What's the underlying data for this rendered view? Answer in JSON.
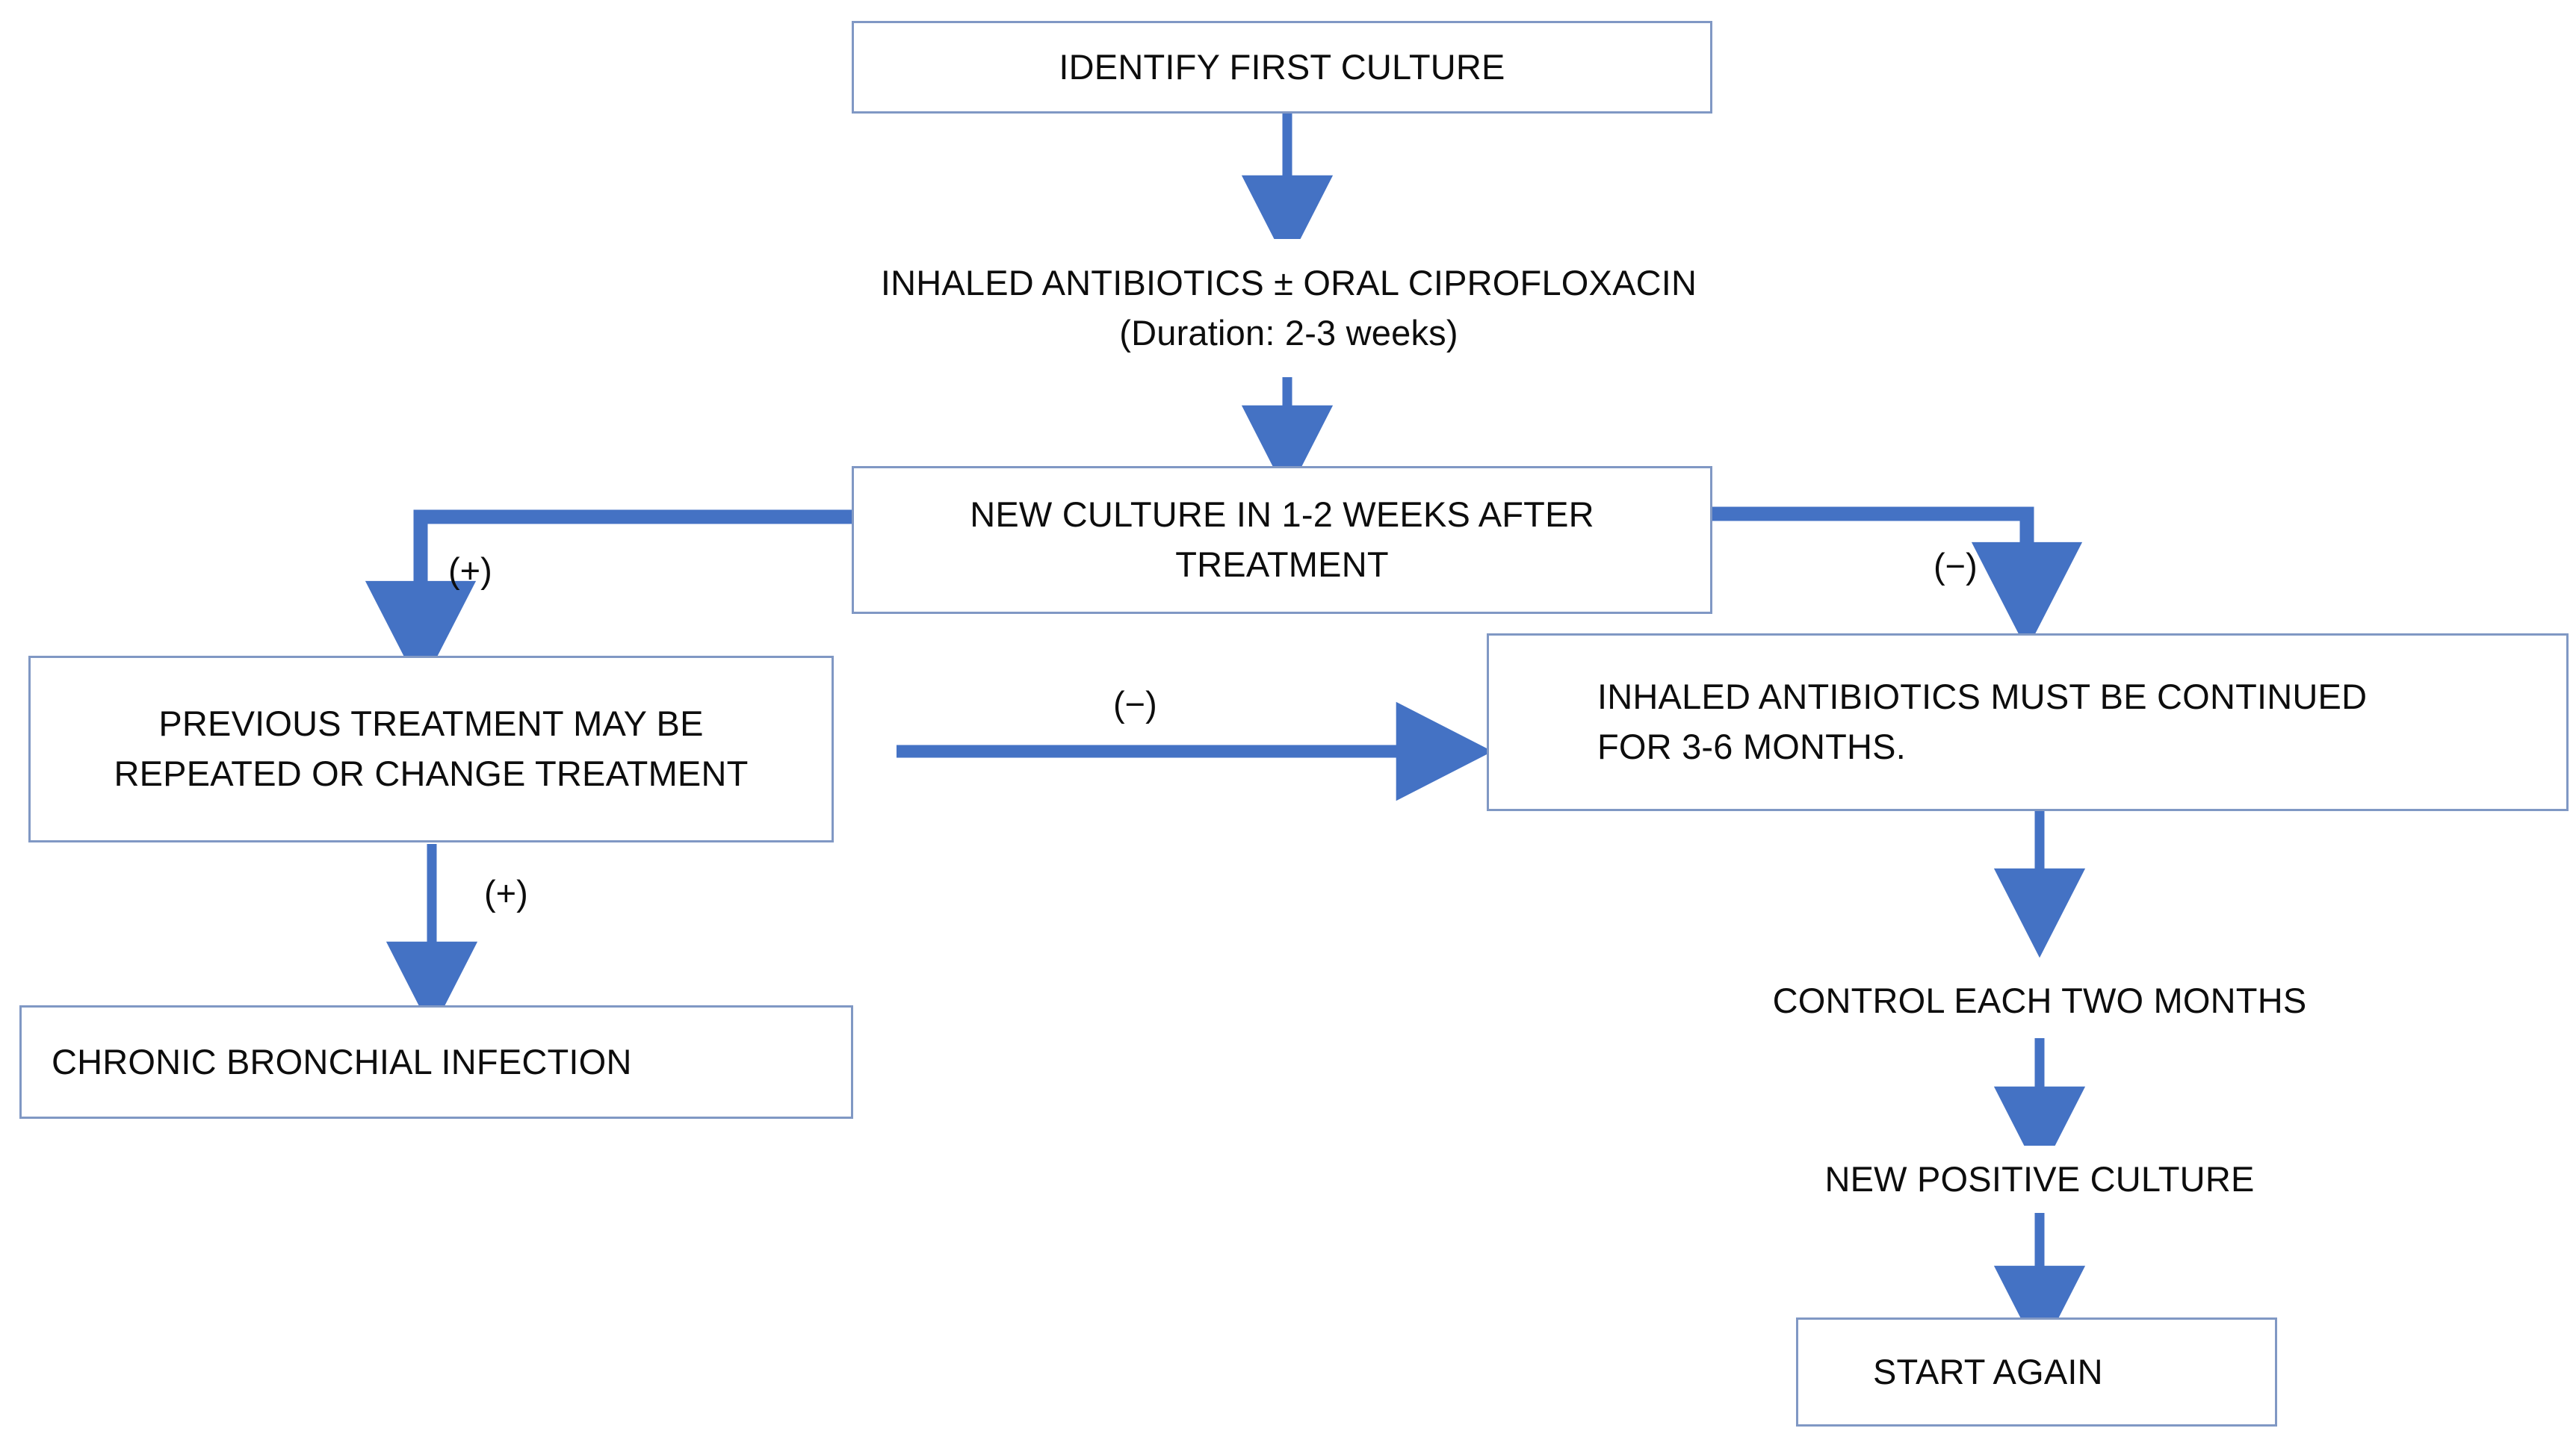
{
  "diagram": {
    "title": "Bronchial infection antibiotic treatment flowchart",
    "colors": {
      "arrow": "#4472C4",
      "box_border": "#8098C4",
      "text": "#0D0D0D",
      "background": "#FFFFFF"
    }
  },
  "nodes": {
    "identify_first_culture": "IDENTIFY FIRST CULTURE",
    "inhaled_antibiotics_oral": "INHALED ANTIBIOTICS ± ORAL CIPROFLOXACIN\n(Duration: 2-3 weeks)",
    "new_culture": "NEW CULTURE IN 1-2 WEEKS AFTER\nTREATMENT",
    "previous_treatment": "PREVIOUS TREATMENT MAY BE\nREPEATED OR CHANGE TREATMENT",
    "chronic_bronchial_infection": "CHRONIC BRONCHIAL INFECTION",
    "inhaled_continued": "INHALED ANTIBIOTICS MUST BE CONTINUED\nFOR  3-6 MONTHS.",
    "control_two_months": "CONTROL EACH TWO MONTHS",
    "new_positive_culture": "NEW POSITIVE CULTURE",
    "start_again": "START AGAIN"
  },
  "edge_labels": {
    "new_culture_positive": "(+)",
    "new_culture_negative": "(−)",
    "previous_treatment_negative": "(−)",
    "previous_treatment_positive": "(+)"
  }
}
